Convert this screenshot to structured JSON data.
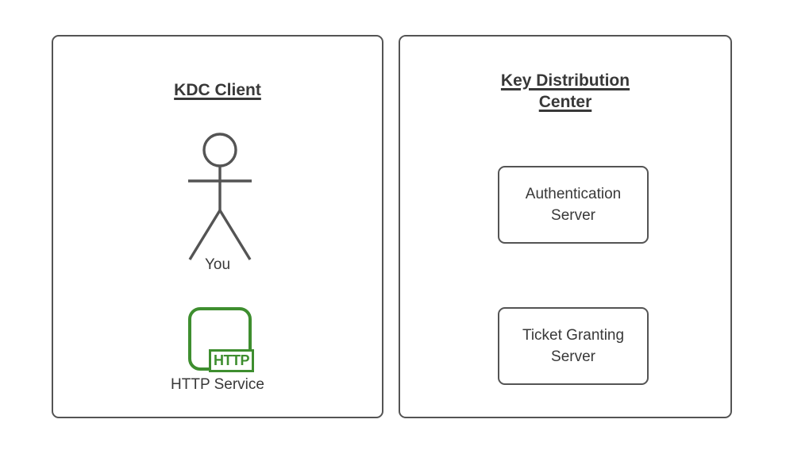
{
  "colors": {
    "background": "#ffffff",
    "border": "#545454",
    "text": "#383838",
    "green": "#3e8e2f"
  },
  "left_panel": {
    "title": "KDC Client",
    "actor": {
      "icon": "stick-figure-icon",
      "label": "You"
    },
    "service": {
      "icon": "http-service-icon",
      "badge": "HTTP",
      "label": "HTTP Service"
    }
  },
  "right_panel": {
    "title_lines": [
      "Key Distribution",
      "Center"
    ],
    "servers": [
      {
        "lines": [
          "Authentication",
          "Server"
        ]
      },
      {
        "lines": [
          "Ticket Granting",
          "Server"
        ]
      }
    ]
  }
}
